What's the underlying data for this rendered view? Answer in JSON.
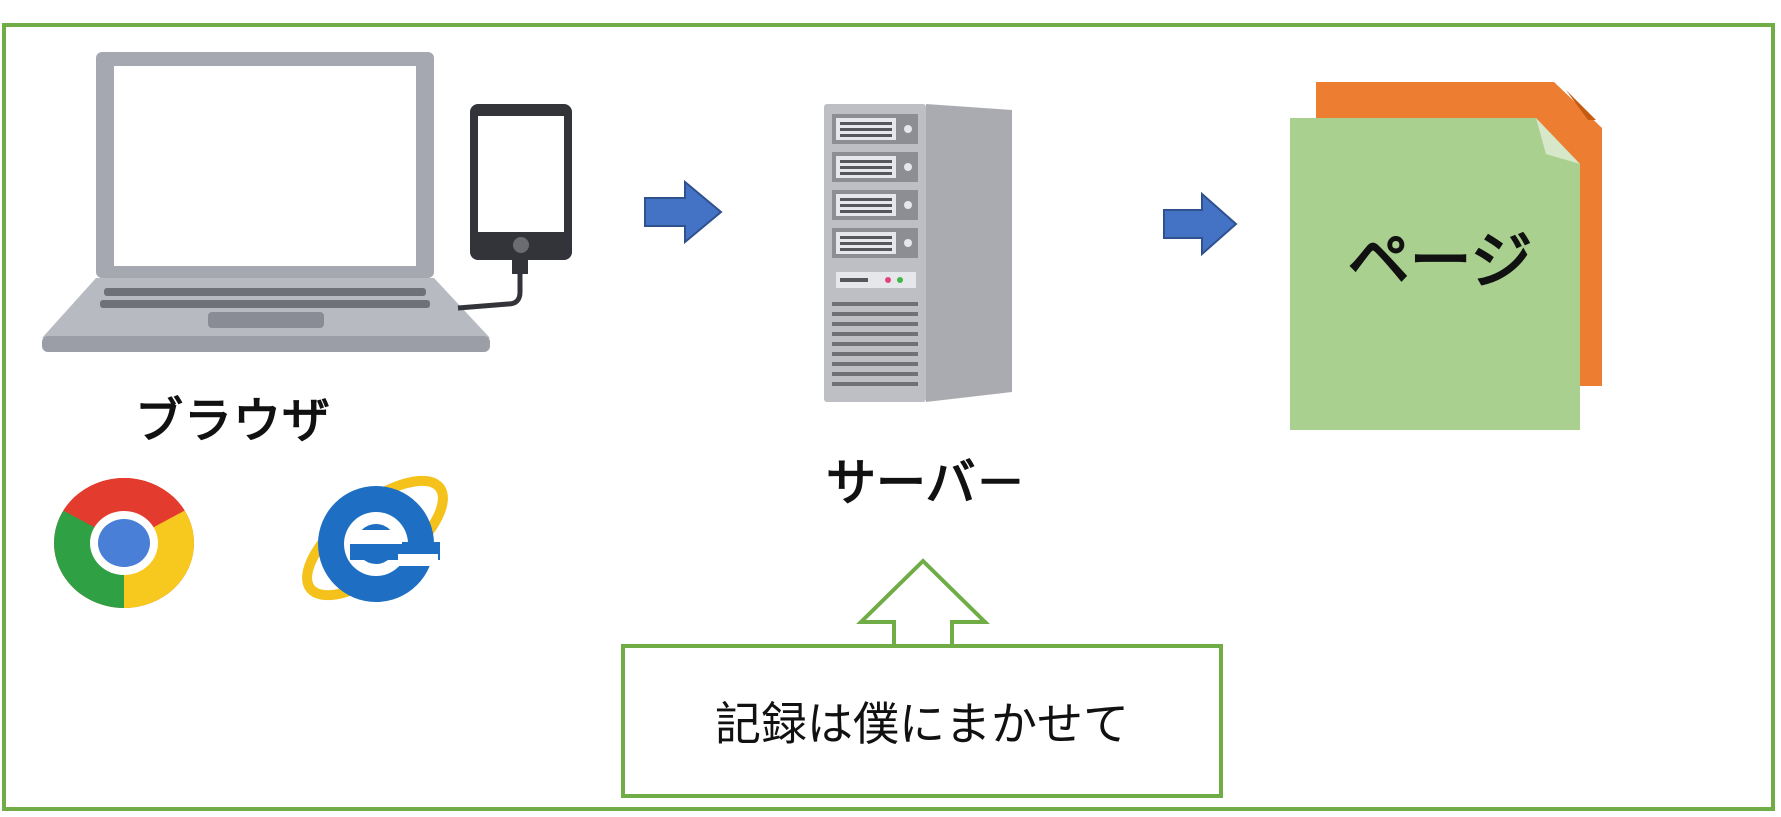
{
  "labels": {
    "browser": "ブラウザ",
    "server": "サーバ－",
    "page": "ページ"
  },
  "callout": {
    "text": "記録は僕にまかせて"
  },
  "colors": {
    "frame": "#70ad47",
    "arrow_blue": "#4472c4",
    "page_green": "#a9d08e",
    "page_orange": "#ed7d31",
    "device_gray": "#a6a8b1"
  },
  "icons": [
    "laptop-icon",
    "smartphone-icon",
    "chrome-icon",
    "internet-explorer-icon",
    "server-tower-icon",
    "document-icon"
  ]
}
